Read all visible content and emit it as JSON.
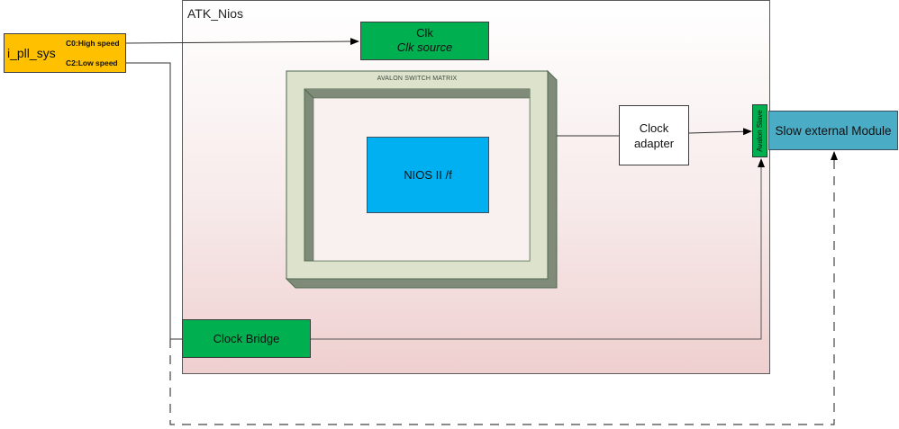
{
  "diagram": {
    "container": {
      "title": "ATK_Nios"
    },
    "pll": {
      "name": "i_pll_sys",
      "ports": [
        {
          "label": "C0:High speed"
        },
        {
          "label": "C2:Low speed"
        }
      ]
    },
    "clk": {
      "title": "Clk",
      "subtitle": "Clk source"
    },
    "switch_matrix": {
      "label": "AVALON SWITCH MATRIX"
    },
    "nios": {
      "label": "NIOS II /f"
    },
    "clock_adapter": {
      "label_line1": "Clock",
      "label_line2": "adapter"
    },
    "avalon_slave": {
      "label": "Avalon Slave"
    },
    "slow_module": {
      "label": "Slow external Module"
    },
    "clock_bridge": {
      "label": "Clock Bridge"
    },
    "connections": [
      {
        "from": "C0:High speed",
        "to": "Clk",
        "style": "solid"
      },
      {
        "from": "C2:Low speed",
        "to": "Clock Bridge",
        "style": "solid"
      },
      {
        "from": "AVALON SWITCH MATRIX",
        "to": "Clock adapter",
        "style": "solid"
      },
      {
        "from": "Clock adapter",
        "to": "Avalon Slave",
        "style": "solid-arrow"
      },
      {
        "from": "Clock Bridge",
        "to": "Avalon Slave",
        "style": "solid-arrow"
      },
      {
        "from": "C2:Low speed",
        "to": "Slow external Module",
        "style": "dashed-arrow"
      }
    ],
    "colors": {
      "pll": "#ffc000",
      "green_block": "#00b050",
      "nios": "#00b0f0",
      "slow_module": "#4bacc6",
      "matrix_face": "#dde2cc",
      "matrix_shadow": "#7f8a78"
    }
  }
}
